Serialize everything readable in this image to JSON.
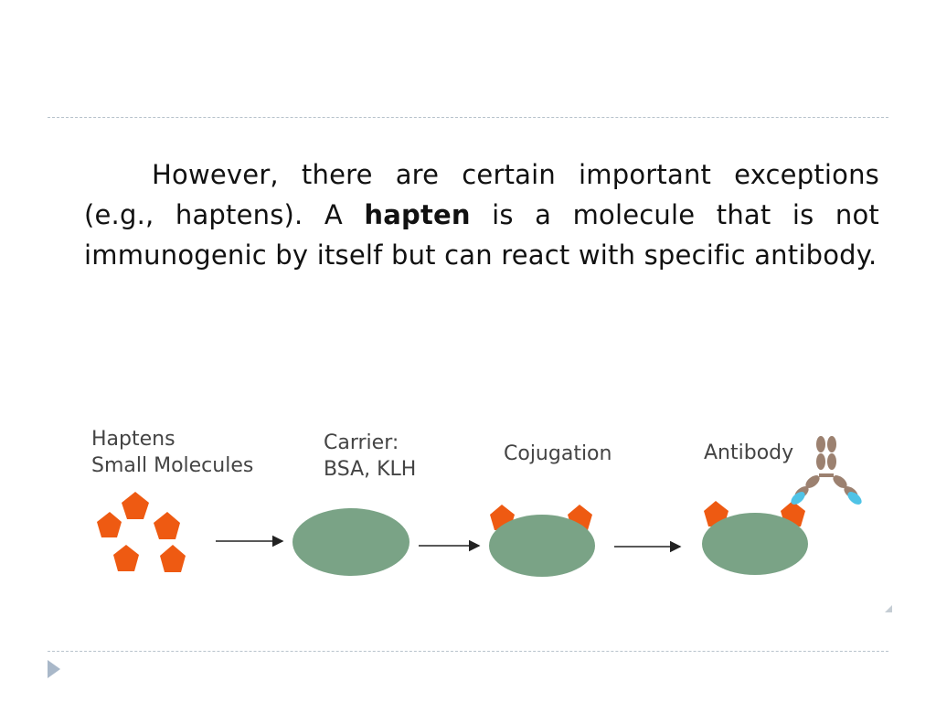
{
  "text": {
    "part1": "However, there are certain important exceptions (e.g., haptens). A ",
    "bold_term": "hapten",
    "part2": " is a molecule that is not immunogenic by itself but can react with specific antibody."
  },
  "diagram": {
    "labels": {
      "haptens_line1": "Haptens",
      "haptens_line2": "Small Molecules",
      "carrier_line1": "Carrier:",
      "carrier_line2": "BSA, KLH",
      "conjugation": "Cojugation",
      "antibody": "Antibody"
    },
    "colors": {
      "hapten": "#ee5a12",
      "carrier": "#7aa386",
      "antibody_arm": "#9c8170",
      "antibody_tip": "#4fc3e6",
      "arrow": "#222222"
    },
    "icons": [
      "arrow-right-icon",
      "nav-next-triangle-icon"
    ]
  }
}
